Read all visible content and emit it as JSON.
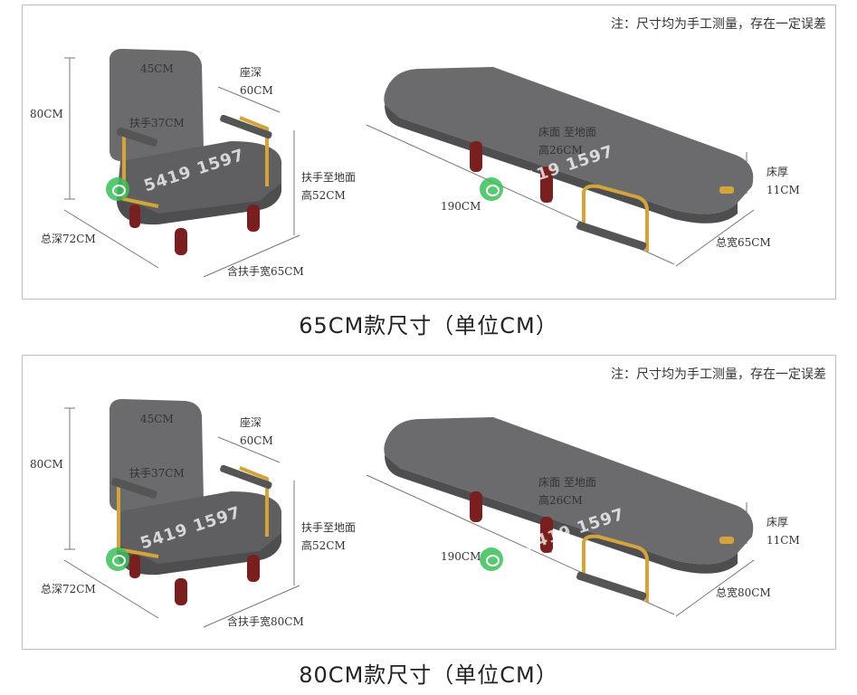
{
  "panels": [
    {
      "note": "注：尺寸均为手工测量，存在一定误差",
      "caption": "65CM款尺寸（单位CM）",
      "labels": {
        "back_height": "45CM",
        "seat_depth": "座深",
        "seat_depth_value": "60CM",
        "total_height": "80CM",
        "armrest": "扶手37CM",
        "arm_to_floor": "扶手至地面",
        "arm_to_floor_value": "高52CM",
        "total_depth": "总深72CM",
        "width_with_arms": "含扶手宽65CM",
        "bed_to_floor": "床面 至地面",
        "bed_to_floor_value": "高26CM",
        "bed_length": "190CM",
        "mattress_thickness": "床厚",
        "mattress_thickness_value": "11CM",
        "total_width": "总宽65CM"
      },
      "watermark": "5419 1597"
    },
    {
      "note": "注：尺寸均为手工测量，存在一定误差",
      "caption": "80CM款尺寸（单位CM）",
      "labels": {
        "back_height": "45CM",
        "seat_depth": "座深",
        "seat_depth_value": "60CM",
        "total_height": "80CM",
        "armrest": "扶手37CM",
        "arm_to_floor": "扶手至地面",
        "arm_to_floor_value": "高52CM",
        "total_depth": "总深72CM",
        "width_with_arms": "含扶手宽80CM",
        "bed_to_floor": "床面 至地面",
        "bed_to_floor_value": "高26CM",
        "bed_length": "190CM",
        "mattress_thickness": "床厚",
        "mattress_thickness_value": "11CM",
        "total_width": "总宽80CM"
      },
      "watermark": "5419 1597"
    }
  ],
  "colors": {
    "cushion": "#6b6b6e",
    "cushion_dark": "#4e4e51",
    "gold_frame": "#d4a43a",
    "leg": "#7a1f1f",
    "dim_line": "#777777"
  }
}
